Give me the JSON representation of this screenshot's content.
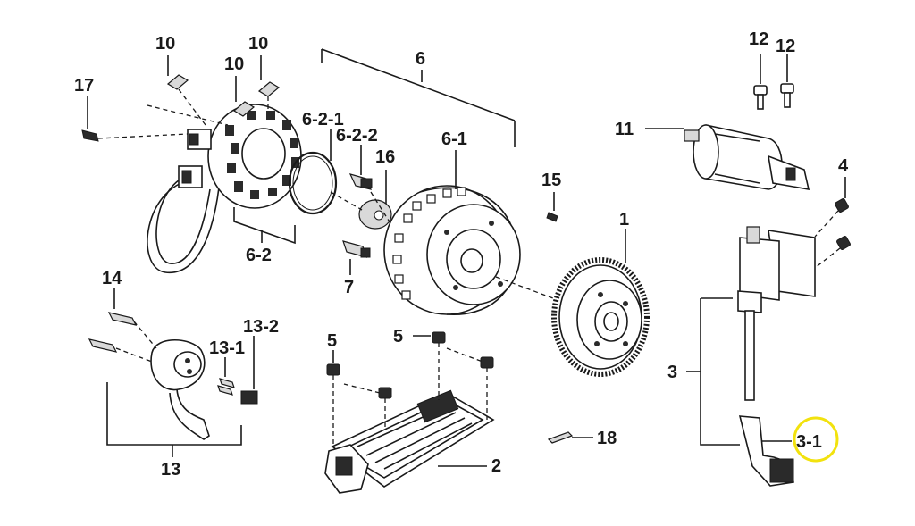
{
  "highlight_color": "#f2e20e",
  "labels": {
    "l1": "1",
    "l2": "2",
    "l3": "3",
    "l3_1": "3-1",
    "l4": "4",
    "l5a": "5",
    "l5b": "5",
    "l6": "6",
    "l6_1": "6-1",
    "l6_2": "6-2",
    "l6_2_1": "6-2-1",
    "l6_2_2": "6-2-2",
    "l7": "7",
    "l10a": "10",
    "l10b": "10",
    "l10c": "10",
    "l11": "11",
    "l12a": "12",
    "l12b": "12",
    "l13": "13",
    "l13_1": "13-1",
    "l13_2": "13-2",
    "l14": "14",
    "l15": "15",
    "l16": "16",
    "l17": "17",
    "l18": "18"
  }
}
